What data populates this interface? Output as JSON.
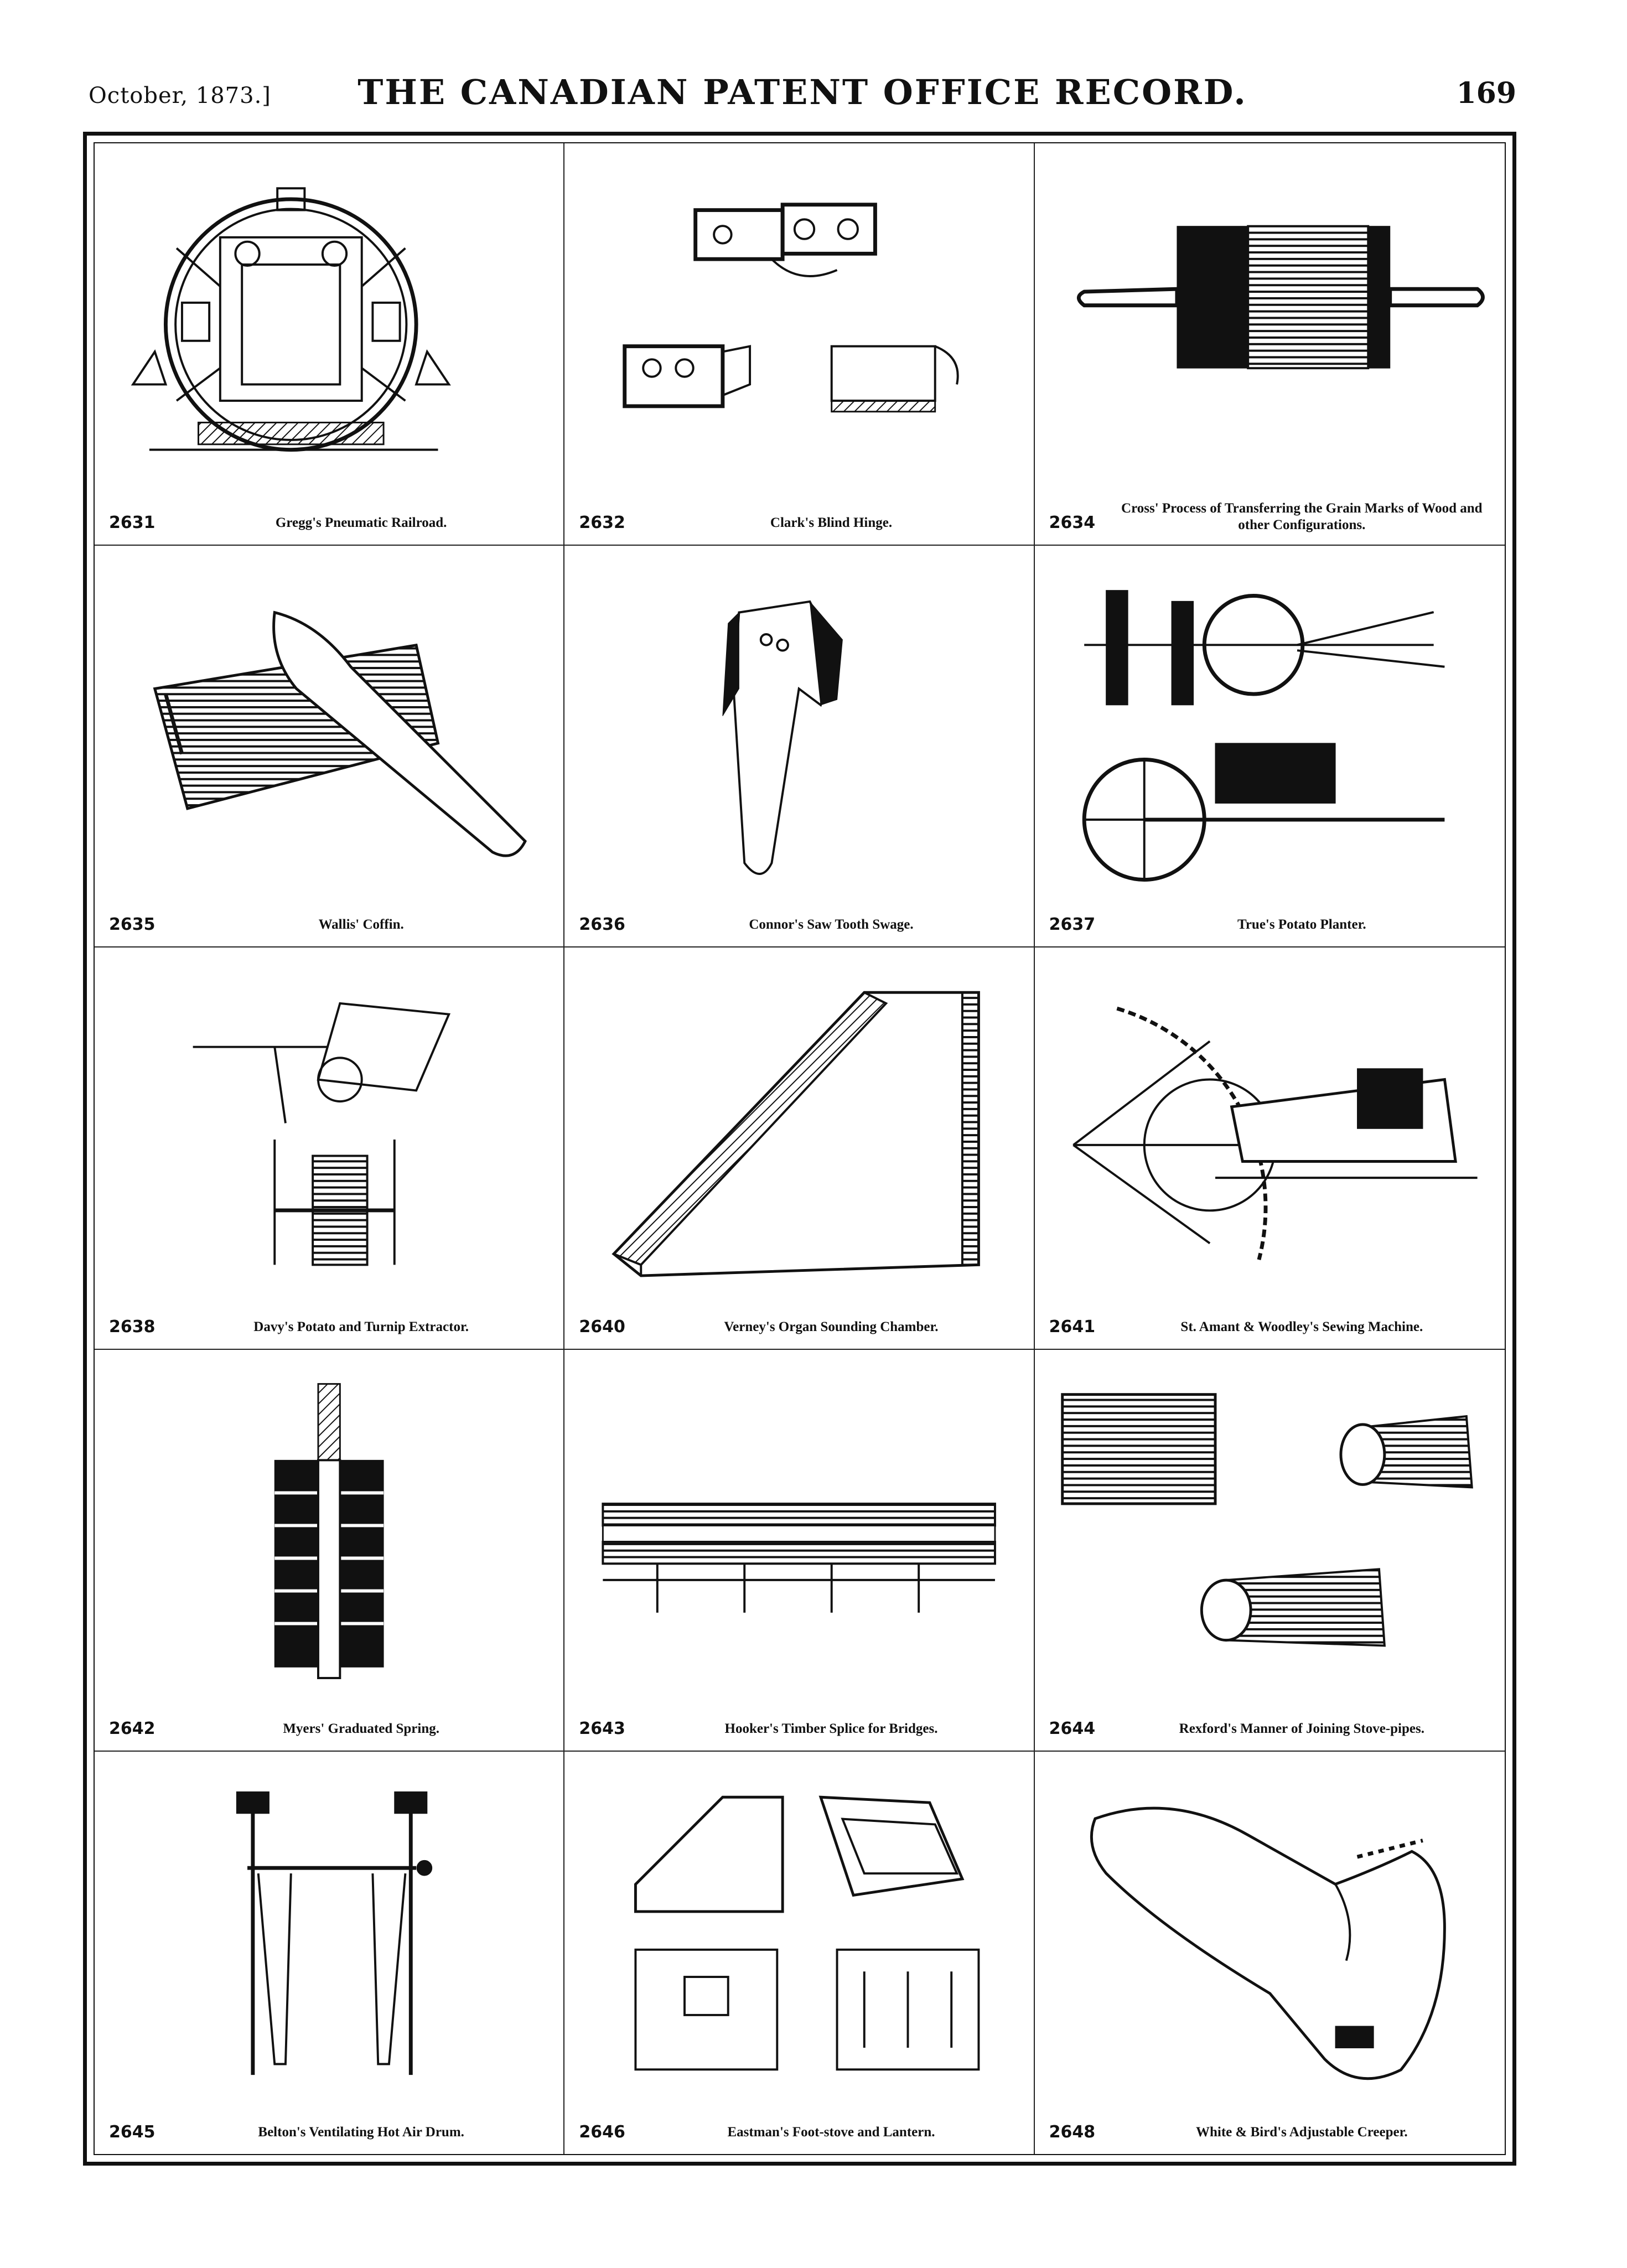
{
  "header": {
    "date": "October, 1873.]",
    "title": "THE CANADIAN PATENT OFFICE RECORD.",
    "page": "169"
  },
  "patents": [
    {
      "number": "2631",
      "title": "Gregg's Pneumatic Railroad.",
      "icon": "pneumatic-railroad-drawing"
    },
    {
      "number": "2632",
      "title": "Clark's Blind Hinge.",
      "icon": "blind-hinge-drawing"
    },
    {
      "number": "2634",
      "title": "Cross' Process of Transferring the Grain Marks of Wood and other Configurations.",
      "icon": "grain-transfer-roller-drawing"
    },
    {
      "number": "2635",
      "title": "Wallis' Coffin.",
      "icon": "coffin-drawing"
    },
    {
      "number": "2636",
      "title": "Connor's Saw Tooth Swage.",
      "icon": "saw-tooth-swage-drawing"
    },
    {
      "number": "2637",
      "title": "True's Potato Planter.",
      "icon": "potato-planter-drawing"
    },
    {
      "number": "2638",
      "title": "Davy's Potato and Turnip Extractor.",
      "icon": "potato-extractor-drawing"
    },
    {
      "number": "2640",
      "title": "Verney's Organ Sounding Chamber.",
      "icon": "organ-sounding-chamber-drawing"
    },
    {
      "number": "2641",
      "title": "St. Amant & Woodley's Sewing Machine.",
      "icon": "sewing-machine-drawing"
    },
    {
      "number": "2642",
      "title": "Myers' Graduated Spring.",
      "icon": "graduated-spring-drawing"
    },
    {
      "number": "2643",
      "title": "Hooker's Timber Splice for Bridges.",
      "icon": "timber-splice-drawing"
    },
    {
      "number": "2644",
      "title": "Rexford's Manner of Joining Stove-pipes.",
      "icon": "stove-pipe-joint-drawing"
    },
    {
      "number": "2645",
      "title": "Belton's Ventilating Hot Air Drum.",
      "icon": "hot-air-drum-drawing"
    },
    {
      "number": "2646",
      "title": "Eastman's Foot-stove and Lantern.",
      "icon": "foot-stove-lantern-drawing"
    },
    {
      "number": "2648",
      "title": "White & Bird's Adjustable Creeper.",
      "icon": "adjustable-creeper-drawing"
    }
  ]
}
